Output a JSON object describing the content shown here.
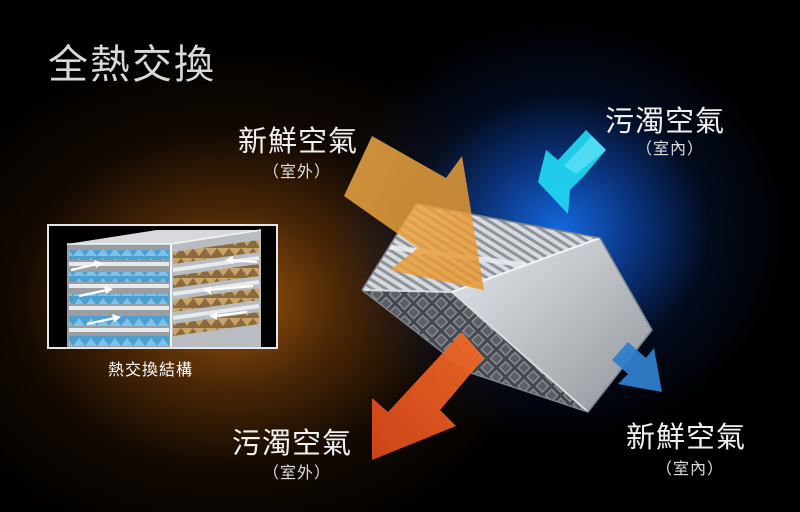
{
  "title": "全熱交換",
  "inset": {
    "caption": "熱交換結構"
  },
  "labels": {
    "fresh_outdoor": {
      "title": "新鮮空氣",
      "sub": "（室外）"
    },
    "stale_indoor": {
      "title": "污濁空氣",
      "sub": "（室內）"
    },
    "stale_outdoor": {
      "title": "污濁空氣",
      "sub": "（室外）"
    },
    "fresh_indoor": {
      "title": "新鮮空氣",
      "sub": "（室內）"
    }
  },
  "colors": {
    "fresh_outdoor_arrow": "#f2a33a",
    "stale_indoor_arrow": "#22d4f0",
    "stale_outdoor_arrow": "#e0541c",
    "fresh_indoor_arrow": "#2f7ec9",
    "glow_warm": "#b0620f",
    "glow_cool": "#1a6fe8",
    "core_metal": "#b8bcc2"
  },
  "icons": {
    "arrow_in_fresh": "arrow-down-right-icon",
    "arrow_in_stale": "arrow-down-left-icon",
    "arrow_out_stale": "arrow-down-left-icon",
    "arrow_out_fresh": "arrow-down-right-icon"
  }
}
